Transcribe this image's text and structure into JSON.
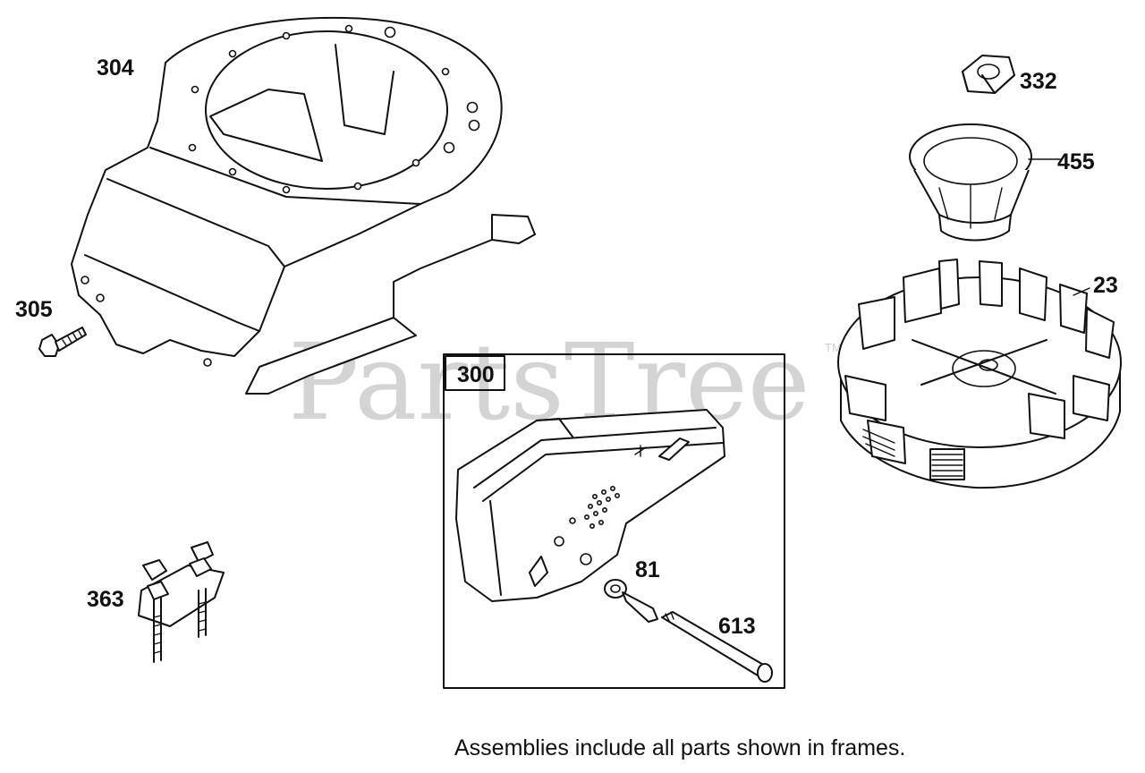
{
  "watermark": {
    "text": "PartsTree",
    "trademark": "TM"
  },
  "parts": [
    {
      "id": "shroud",
      "label": "304"
    },
    {
      "id": "bolt",
      "label": "305"
    },
    {
      "id": "bracket",
      "label": "363"
    },
    {
      "id": "nut",
      "label": "332"
    },
    {
      "id": "cup",
      "label": "455"
    },
    {
      "id": "flywheel",
      "label": "23"
    },
    {
      "id": "muffler-assembly",
      "label": "300"
    },
    {
      "id": "washer",
      "label": "81"
    },
    {
      "id": "screw",
      "label": "613"
    }
  ],
  "footer": {
    "note": "Assemblies include all parts shown in frames."
  }
}
